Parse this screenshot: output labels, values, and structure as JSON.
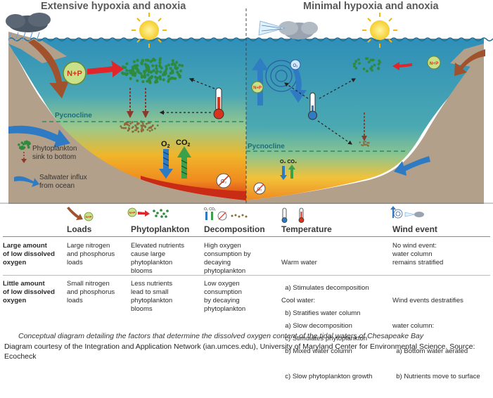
{
  "headers": {
    "left": "Extensive hypoxia and anoxia",
    "right": "Minimal hypoxia and anoxia"
  },
  "labels": {
    "nutrients": "N+P",
    "pycnocline": "Pycnocline",
    "o2": "O",
    "o2_sub": "2",
    "co2": "CO",
    "co2_sub": "2"
  },
  "legend": {
    "sink_line1": "Phytoplankton",
    "sink_line2": "sink to bottom",
    "influx_line1": "Saltwater influx",
    "influx_line2": "from ocean"
  },
  "table": {
    "columns": [
      "Loads",
      "Phytoplankton",
      "Decomposition",
      "Temperature",
      "Wind event"
    ],
    "rows": [
      {
        "header": [
          "Large amount",
          "of low dissolved",
          "oxygen"
        ],
        "cells": [
          [
            "Large nitrogen",
            "and phosphorus",
            "loads"
          ],
          [
            "Elevated nutrients",
            "cause large",
            "phytoplankton",
            "blooms"
          ],
          [
            "High oxygen",
            "consumption by",
            "decaying",
            "phytoplankton"
          ],
          [
            "Warm water",
            "  a) Stimulates decomposition",
            "  b) Stratifies water column",
            "  c) Stimulates phytoplankton"
          ],
          [
            "No wind event:",
            "water column",
            "remains stratified"
          ]
        ]
      },
      {
        "header": [
          "Little amount",
          "of low dissolved",
          "oxygen"
        ],
        "cells": [
          [
            "Small nitrogen",
            "and phosphorus",
            "loads"
          ],
          [
            "Less nutrients",
            "lead to small",
            "phytoplankton",
            "blooms"
          ],
          [
            "Low oxygen",
            "consumption",
            "by decaying",
            "phytoplankton"
          ],
          [
            "Cool water:",
            "  a) Slow decomposition",
            "  b) Mixed water column",
            "  c) Slow phytoplankton growth"
          ],
          [
            "Wind events destratifies",
            "water column:",
            "  a) Bottom water aerated",
            "  b) Nutrients move to surface"
          ]
        ]
      }
    ]
  },
  "caption": "Conceptual diagram detailing the factors that determine the dissolved oxygen content of the tidal waters of Chesapeake Bay",
  "credit": "Diagram courtesy of the Integration and Application Network (ian.umces.edu), University of Maryland Center for Environmental Science. Source: Ecocheck",
  "colors": {
    "water_top": "#2f9bbf",
    "water_mid": "#7fc6a6",
    "hypoxic": "#f3a11e",
    "anoxic": "#d8351c",
    "land": "#b3a08b",
    "dots": "#2e8b3e",
    "arrow_red": "#e0262b",
    "arrow_blue": "#2e7bc4",
    "arrow_brown": "#a0522d",
    "sun": "#f7d23a"
  }
}
